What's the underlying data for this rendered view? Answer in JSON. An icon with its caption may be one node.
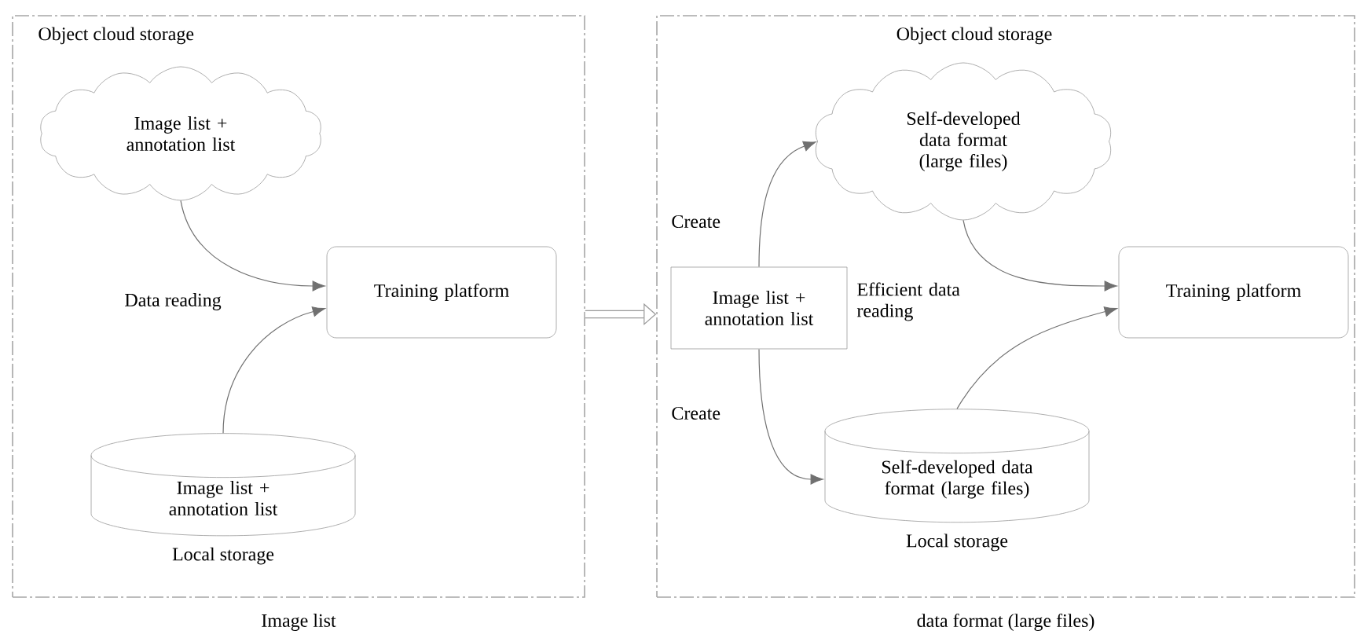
{
  "diagram": {
    "nodes": [
      {
        "text": [
          "Object cloud storage"
        ],
        "beside": [
          "Image list"
        ]
      },
      {
        "text": [
          "Image list + annotation list"
        ],
        "in": 0
      },
      {
        "text": [
          "Training platform"
        ],
        "in": 0
      },
      {
        "text": [
          "Image list + annotation list"
        ],
        "in": 0,
        "beside": [
          "Local storage"
        ]
      },
      {
        "text": [
          "Object cloud storage"
        ],
        "beside": [
          "data format (large files)"
        ]
      },
      {
        "text": [
          "Self-developed data format (large files)"
        ],
        "in": 4
      },
      {
        "text": [
          "Image list + annotation list"
        ],
        "in": 4
      },
      {
        "text": [
          "Training platform"
        ],
        "in": 4
      },
      {
        "text": [
          "Self-developed data format (large files)"
        ],
        "in": 4,
        "beside": [
          "Local storage"
        ]
      }
    ],
    "edges": [
      {
        "from": 0,
        "to": 4,
        "arrow": "to",
        "style": "thick"
      },
      {
        "from": 1,
        "to": 2,
        "arrow": "to",
        "label": "Data reading"
      },
      {
        "from": 3,
        "to": 2,
        "arrow": "to"
      },
      {
        "from": 6,
        "to": 5,
        "arrow": "to",
        "label": "Create"
      },
      {
        "from": 6,
        "to": 8,
        "arrow": "to",
        "label": "Create"
      },
      {
        "from": 5,
        "to": 7,
        "arrow": "to",
        "label": "Efficient data reading"
      },
      {
        "from": 8,
        "to": 7,
        "arrow": "to"
      }
    ]
  }
}
